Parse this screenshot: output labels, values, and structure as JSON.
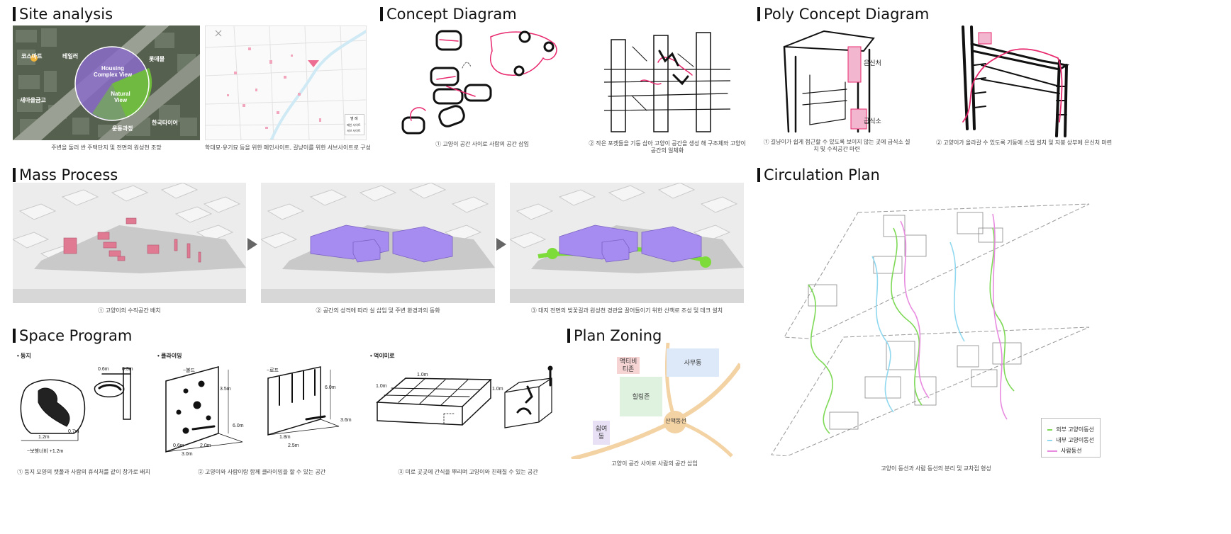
{
  "sections": {
    "site": "Site analysis",
    "concept": "Concept Diagram",
    "poly": "Poly Concept Diagram",
    "mass": "Mass Process",
    "circulation": "Circulation Plan",
    "space": "Space Program",
    "zoning": "Plan Zoning"
  },
  "site": {
    "map_labels": [
      "코스마트",
      "테일러",
      "롯데몰",
      "새마을금고",
      "한국타이어",
      "운동과정"
    ],
    "view_housing": "Housing Complex View",
    "view_natural": "Natural View",
    "legend_title": "범 례",
    "legend_items": [
      "메인 사이트",
      "서브 사이트"
    ],
    "caption_left": "주변을 둘러 싼 주택단지 및 전면의 원성천 조망",
    "caption_right": "학대묘·유기묘 등을 위한 메인사이트, 길냥이를 위한 서브사이트로 구성"
  },
  "concept": {
    "caption_left": "① 고양이 공간 사이로 사람의 공간 삽입",
    "caption_right": "② 작은 포켓들을 기둥 삼아 고양이 공간을 생성 해 구조체와 고양이 공간의 일체화"
  },
  "poly": {
    "label_a": "은신처",
    "label_b": "급식소",
    "caption_left": "① 길냥이가 쉽게 접근할 수 있도록 보이지 않는 곳에 급식소 설치 및 수직공간 마련",
    "caption_right": "② 고양이가 올라갈 수 있도록 기둥에 스텝 설치 및 지붕 상부에 은신처 마련"
  },
  "mass": {
    "captions": [
      "① 고양이의 수직공간 배치",
      "② 공간의 성격에 따라 실 삽입 및 주변 환경과의 동화",
      "③ 대지 전면의 벚꽃길과 원성천 경관을 끌어들이기 위한 산책로 조성 및 데크 설치"
    ]
  },
  "space": {
    "items": [
      {
        "title": "• 둥지",
        "dims": [
          "0.6m",
          "0.3m",
          "1.2m",
          "0.7m",
          "~보행너비 +1.2m"
        ],
        "caption": "① 둥지 모양의 캣폴과 사람의 휴식처를 같이 창가로 배치"
      },
      {
        "title": "• 클라이밍",
        "dims": [
          "~볼드",
          "3.5m",
          "0.6m",
          "2.0m",
          "3.0m",
          "6.0m",
          "~로프",
          "6.0m",
          "1.8m",
          "2.5m",
          "3.6m"
        ],
        "caption": "② 고양이와 사람이랑 함께 클라이밍을 할 수 있는 공간"
      },
      {
        "title": "• 먹이미로",
        "dims": [
          "1.0m",
          "1.0m",
          "1.0m"
        ],
        "caption": "③ 미로 곳곳에 간식을 뿌리며 고양이와 친해질 수 있는 공간"
      }
    ]
  },
  "zoning": {
    "zones": [
      "액티비티존",
      "사무동",
      "힐링존",
      "산책동선",
      "쉼여동"
    ],
    "caption": "고양이 공간 사이로 사람의 공간 삽입"
  },
  "circulation": {
    "legend": [
      {
        "label": "외부 고양이동선",
        "color": "#7ed957"
      },
      {
        "label": "내부 고양이동선",
        "color": "#8fd8f0"
      },
      {
        "label": "사람동선",
        "color": "#e88be0"
      }
    ],
    "caption": "고양이 동선과 사람 동선의 분리 및 교차점 형성"
  },
  "colors": {
    "mass_pink": "#e07a92",
    "mass_purple": "#a68cf0",
    "mass_green": "#7ddc3a",
    "zone_pink": "#f7d4d4",
    "zone_blue": "#dde9f8",
    "zone_green": "#dff2df",
    "zone_lilac": "#e8e1f5",
    "zone_path": "#f3d2a4"
  }
}
